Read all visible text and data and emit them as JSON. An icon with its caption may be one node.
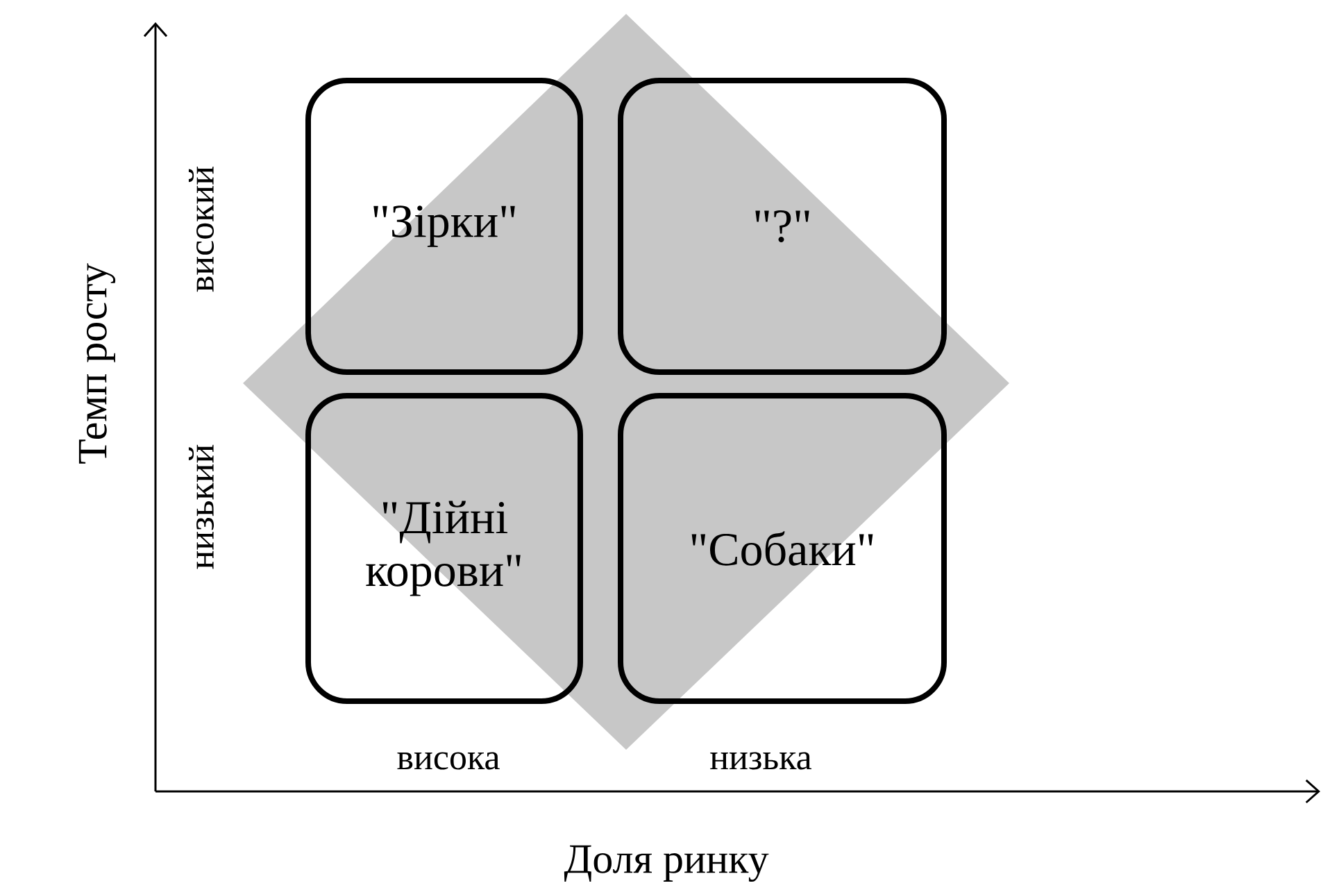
{
  "diagram": {
    "nodes": [
      {
        "text": [
          "\"Зірки\""
        ]
      },
      {
        "text": [
          "\"?\""
        ]
      },
      {
        "text": [
          "\"Дійні корови\""
        ]
      },
      {
        "text": [
          "\"Собаки\""
        ]
      }
    ],
    "labels": [
      "Темп росту",
      "високий",
      "низький",
      "висока",
      "низька",
      "Доля ринку"
    ]
  }
}
